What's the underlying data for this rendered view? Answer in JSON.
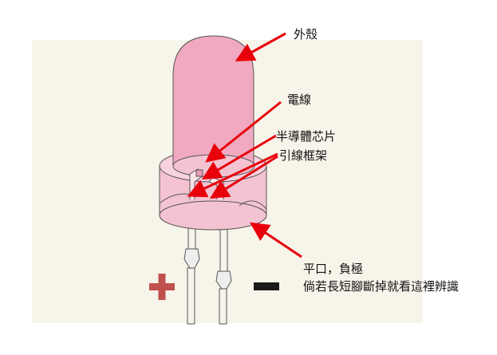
{
  "labels": {
    "shell": "外殼",
    "wire": "電線",
    "chip": "半導體芯片",
    "lead_frame": "引線框架",
    "flat_note_line1": "平口，負極",
    "flat_note_line2": "倘若長短腳斷掉就看這裡辨識"
  },
  "symbols": {
    "plus": "+",
    "minus": "−"
  },
  "colors": {
    "background_panel": "#f7f4ea",
    "body_fill": "#f4c3d2",
    "body_top": "#f0a9c0",
    "stroke": "#555555",
    "arrow": "#e8000b",
    "plus": "#c0504d",
    "minus": "#1a1a1a"
  }
}
